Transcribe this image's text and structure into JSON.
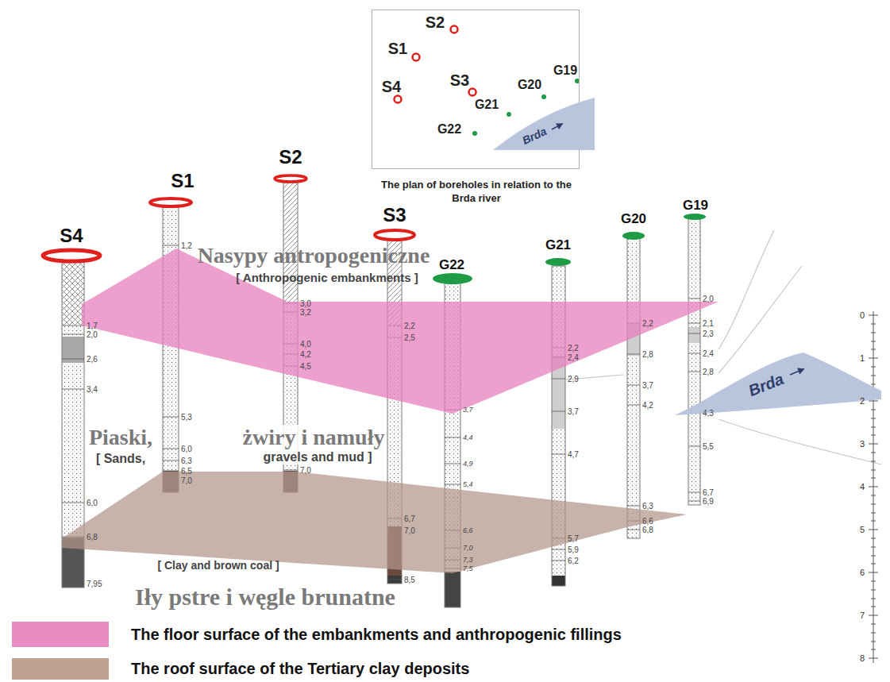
{
  "diagram": {
    "nodes": [
      {
        "text": [
          "The plan of boreholes in relation to the Brda river"
        ]
      },
      {
        "text": [
          "S2"
        ],
        "in": 0
      },
      {
        "text": [
          "S1"
        ],
        "in": 0
      },
      {
        "text": [
          "S4"
        ],
        "in": 0
      },
      {
        "text": [
          "S3"
        ],
        "in": 0
      },
      {
        "text": [
          "G19"
        ],
        "in": 0
      },
      {
        "text": [
          "G20"
        ],
        "in": 0
      },
      {
        "text": [
          "G21"
        ],
        "in": 0
      },
      {
        "text": [
          "G22"
        ],
        "in": 0
      },
      {
        "text": [
          "Brda"
        ],
        "in": 0
      },
      {
        "text": [
          "S4"
        ]
      },
      {
        "text": [
          "S1"
        ]
      },
      {
        "text": [
          "S2"
        ]
      },
      {
        "text": [
          "S3"
        ]
      },
      {
        "text": [
          "G22"
        ]
      },
      {
        "text": [
          "G21"
        ]
      },
      {
        "text": [
          "G20"
        ]
      },
      {
        "text": [
          "G19"
        ]
      },
      {
        "text": [
          "Nasypy antropogeniczne",
          "[ Anthropogenic embankments ]"
        ]
      },
      {
        "text": [
          "[ Clay and brown coal ]",
          "Iły pstre i węgle brunatne"
        ]
      },
      {
        "text": [
          "Brda"
        ]
      }
    ],
    "labels": [
      "Piaski,",
      "żwiry i namuły",
      "[ Sands,",
      "gravels and mud ]",
      "1,7",
      "2,0",
      "2,6",
      "3,4",
      "6,0",
      "6,8",
      "7,95",
      "1,2",
      "5,3",
      "6,0",
      "6,3",
      "6,5",
      "7,0",
      "3,0",
      "3,2",
      "4,0",
      "4,2",
      "4,5",
      "7,0",
      "2,2",
      "2,5",
      "6,7",
      "7,0",
      "8,5",
      "3,7",
      "4,4",
      "4,9",
      "5,4",
      "6,6",
      "7,0",
      "7,3",
      "7,5",
      "2,2",
      "2,4",
      "2,9",
      "3,7",
      "4,7",
      "5,7",
      "5,9",
      "6,2",
      "2,2",
      "2,8",
      "3,7",
      "4,2",
      "6,3",
      "6,6",
      "6,8",
      "2,0",
      "2,1",
      "2,3",
      "2,4",
      "2,8",
      "4,3",
      "5,5",
      "6,7",
      "6,9",
      "0",
      "1",
      "2",
      "3",
      "4",
      "5",
      "6",
      "7",
      "8"
    ],
    "legend": [
      {
        "text": "The floor surface of the embankments and anthropogenic fillings",
        "color": "#e88cc2"
      },
      {
        "text": "The roof surface of the Tertiary clay deposits",
        "color": "#bfa194"
      }
    ]
  }
}
